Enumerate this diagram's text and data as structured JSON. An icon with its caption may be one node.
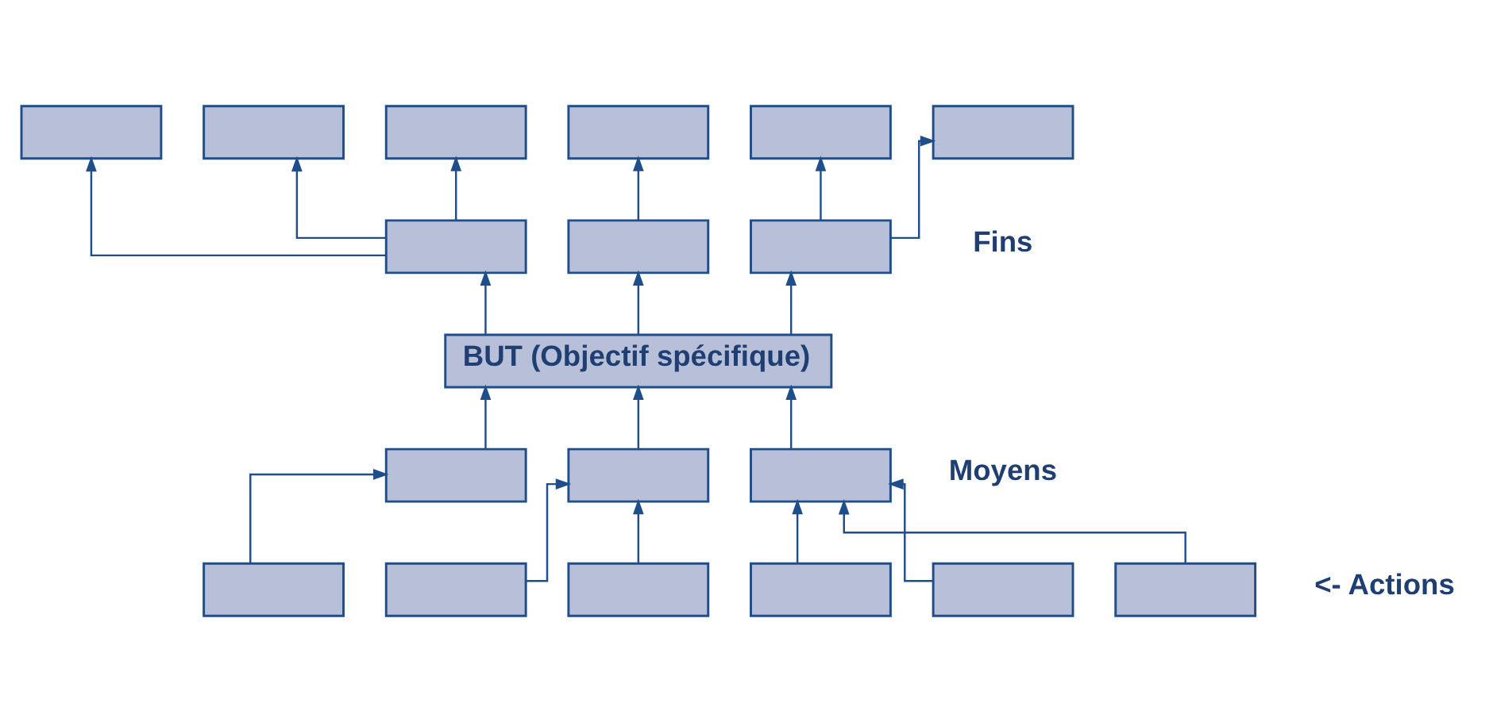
{
  "diagram": {
    "nodes": [
      {
        "text": [],
        "shape": "box"
      },
      {
        "text": [],
        "shape": "box"
      },
      {
        "text": [],
        "shape": "box"
      },
      {
        "text": [],
        "shape": "box"
      },
      {
        "text": [],
        "shape": "box"
      },
      {
        "text": [],
        "shape": "box"
      },
      {
        "text": [],
        "shape": "box"
      },
      {
        "text": [],
        "shape": "box"
      },
      {
        "text": [],
        "shape": "box"
      },
      {
        "text": [
          "BUT (Objectif spécifique)"
        ]
      },
      {
        "text": [],
        "shape": "box"
      },
      {
        "text": [],
        "shape": "box"
      },
      {
        "text": [],
        "shape": "box"
      },
      {
        "text": [],
        "shape": "box"
      },
      {
        "text": [],
        "shape": "box"
      },
      {
        "text": [],
        "shape": "box"
      },
      {
        "text": [],
        "shape": "box"
      },
      {
        "text": [],
        "shape": "box"
      },
      {
        "text": [],
        "shape": "box"
      }
    ],
    "edges": [
      {
        "from": 9,
        "to": 6,
        "arrow": "to"
      },
      {
        "from": 9,
        "to": 7,
        "arrow": "to"
      },
      {
        "from": 9,
        "to": 8,
        "arrow": "to"
      },
      {
        "from": 6,
        "to": 0,
        "arrow": "to"
      },
      {
        "from": 6,
        "to": 1,
        "arrow": "to"
      },
      {
        "from": 6,
        "to": 2,
        "arrow": "to"
      },
      {
        "from": 7,
        "to": 3,
        "arrow": "to"
      },
      {
        "from": 8,
        "to": 4,
        "arrow": "to"
      },
      {
        "from": 8,
        "to": 5,
        "arrow": "to"
      },
      {
        "from": 10,
        "to": 9,
        "arrow": "to"
      },
      {
        "from": 11,
        "to": 9,
        "arrow": "to"
      },
      {
        "from": 12,
        "to": 9,
        "arrow": "to"
      },
      {
        "from": 13,
        "to": 10,
        "arrow": "to"
      },
      {
        "from": 14,
        "to": 11,
        "arrow": "to"
      },
      {
        "from": 15,
        "to": 11,
        "arrow": "to"
      },
      {
        "from": 16,
        "to": 12,
        "arrow": "to"
      },
      {
        "from": 17,
        "to": 12,
        "arrow": "to"
      },
      {
        "from": 18,
        "to": 12,
        "arrow": "to"
      }
    ],
    "labels": [
      "Fins",
      "Moyens",
      "<- Actions"
    ]
  }
}
